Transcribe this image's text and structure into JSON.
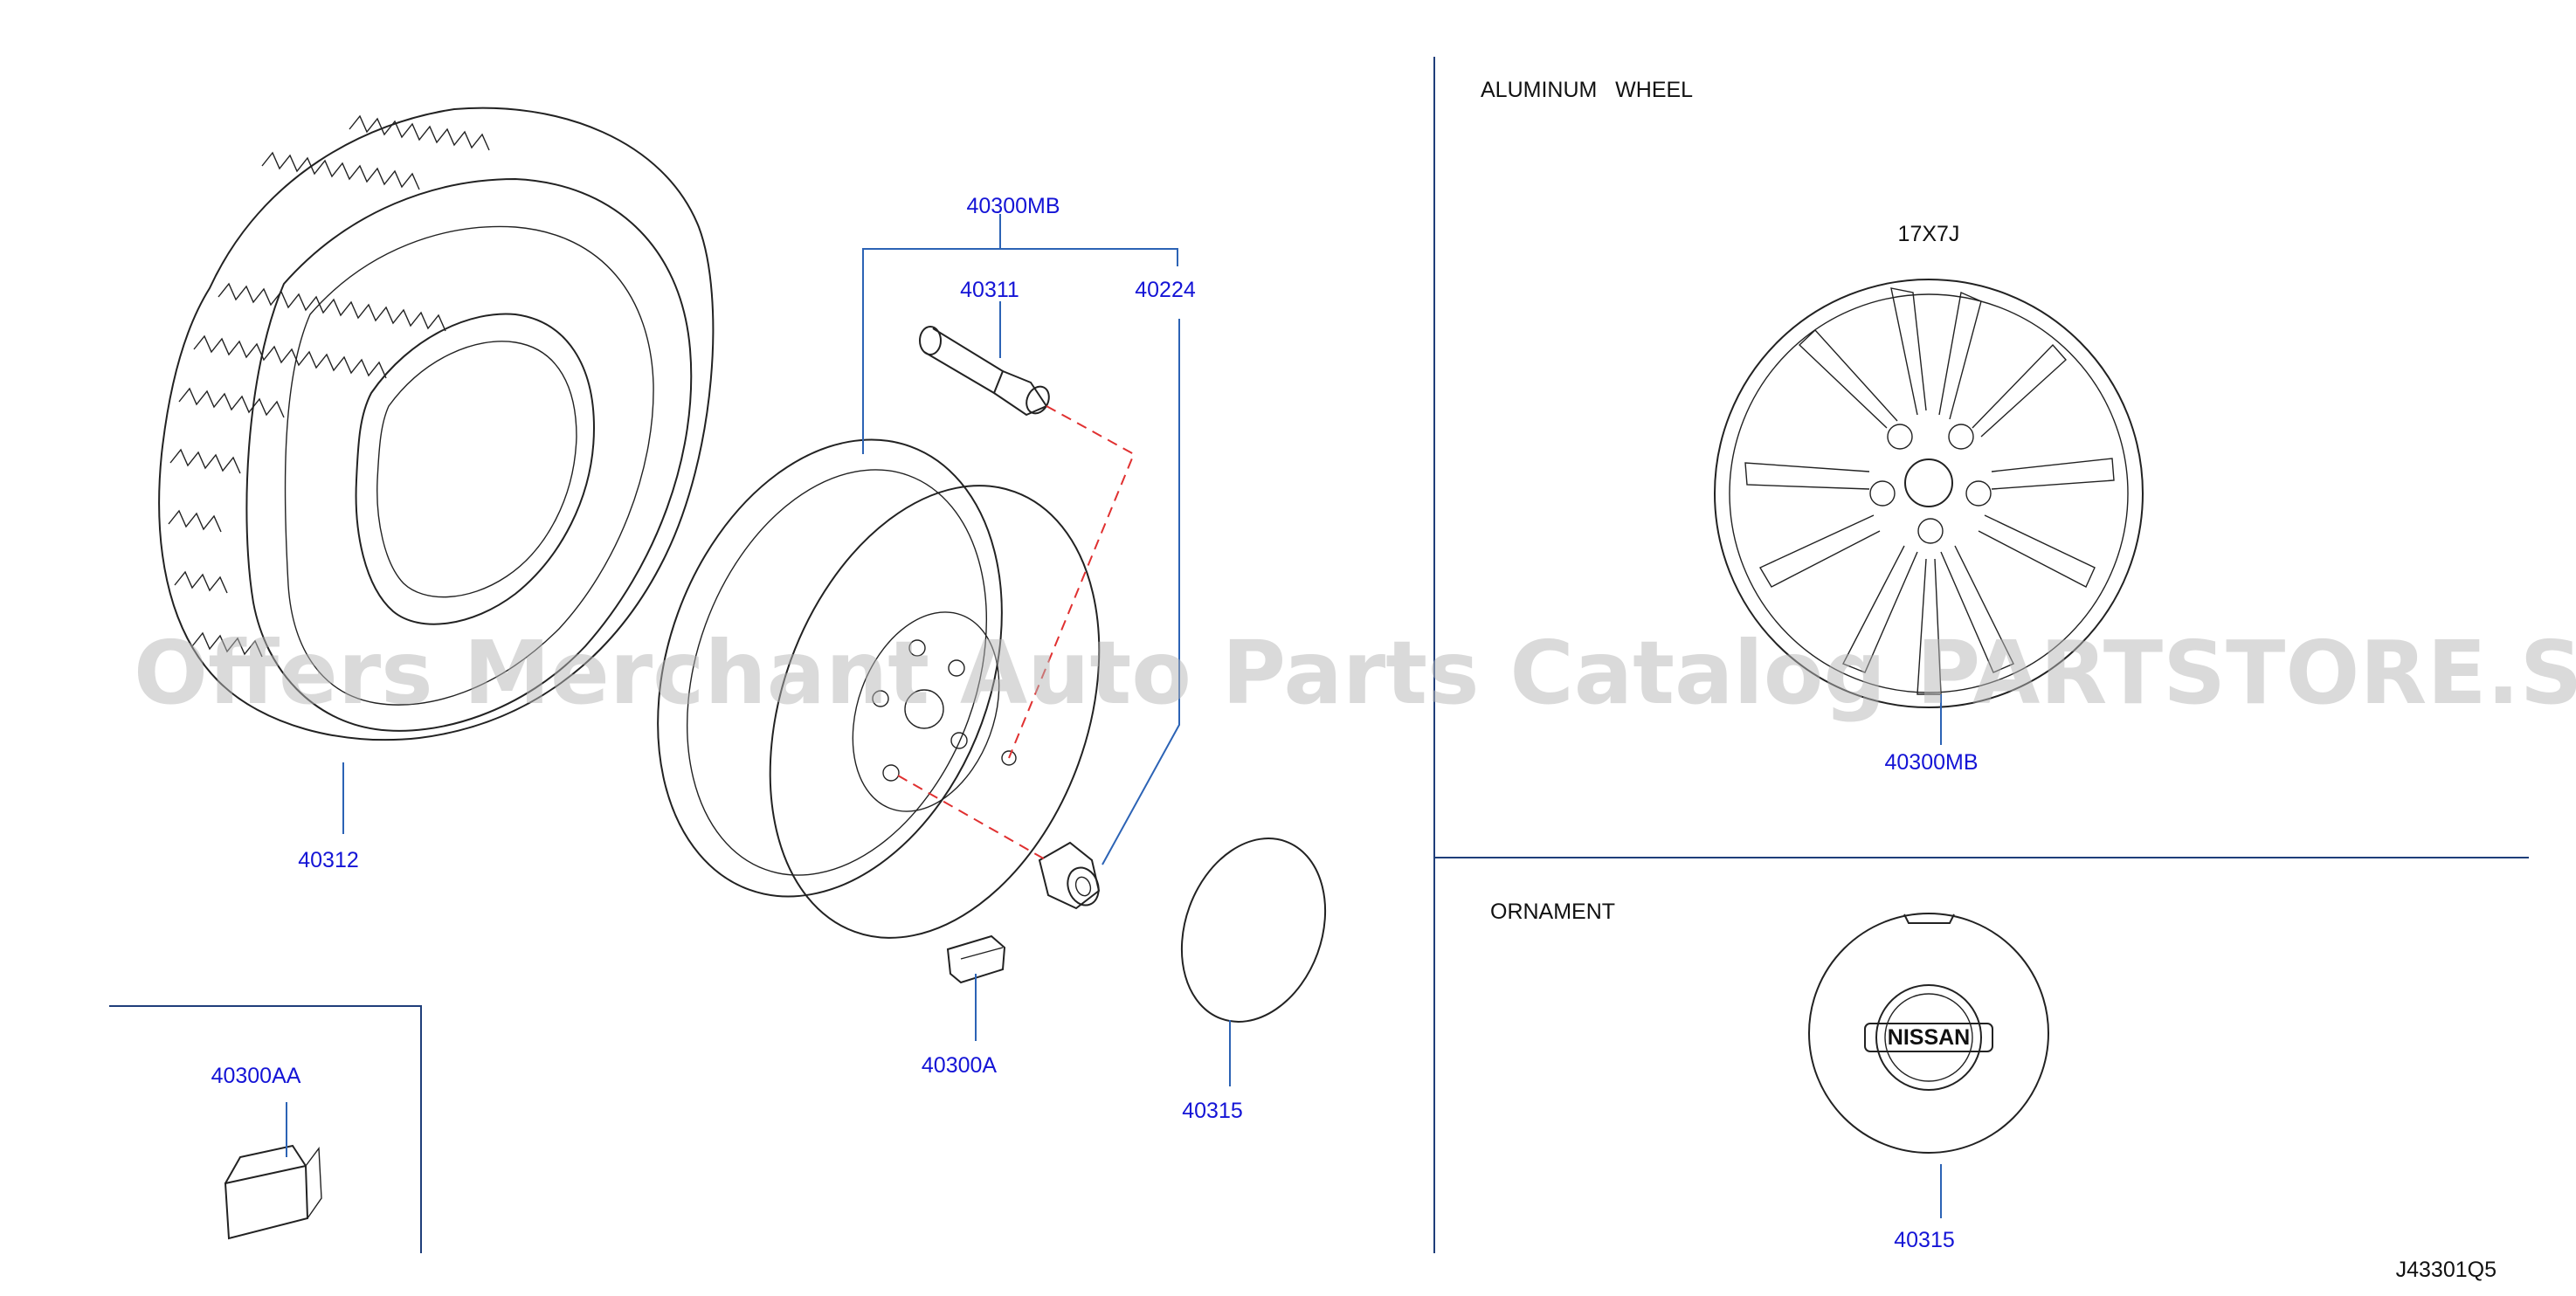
{
  "sections": {
    "aluminum_wheel": "ALUMINUM   WHEEL",
    "ornament": "ORNAMENT"
  },
  "wheel_size": "17X7J",
  "callouts": {
    "tire": "40312",
    "wheel_assembly": "40300MB",
    "valve": "40311",
    "nut": "40224",
    "balance_weight": "40300A",
    "ornament_disc": "40315",
    "clip_weight": "40300AA",
    "alloy_wheel": "40300MB",
    "ornament_cap": "40315"
  },
  "ornament_logo": "NISSAN",
  "drawing_code": "J43301Q5",
  "watermark": "Offers Merchant Auto Parts Catalog PARTSTORE.SA"
}
